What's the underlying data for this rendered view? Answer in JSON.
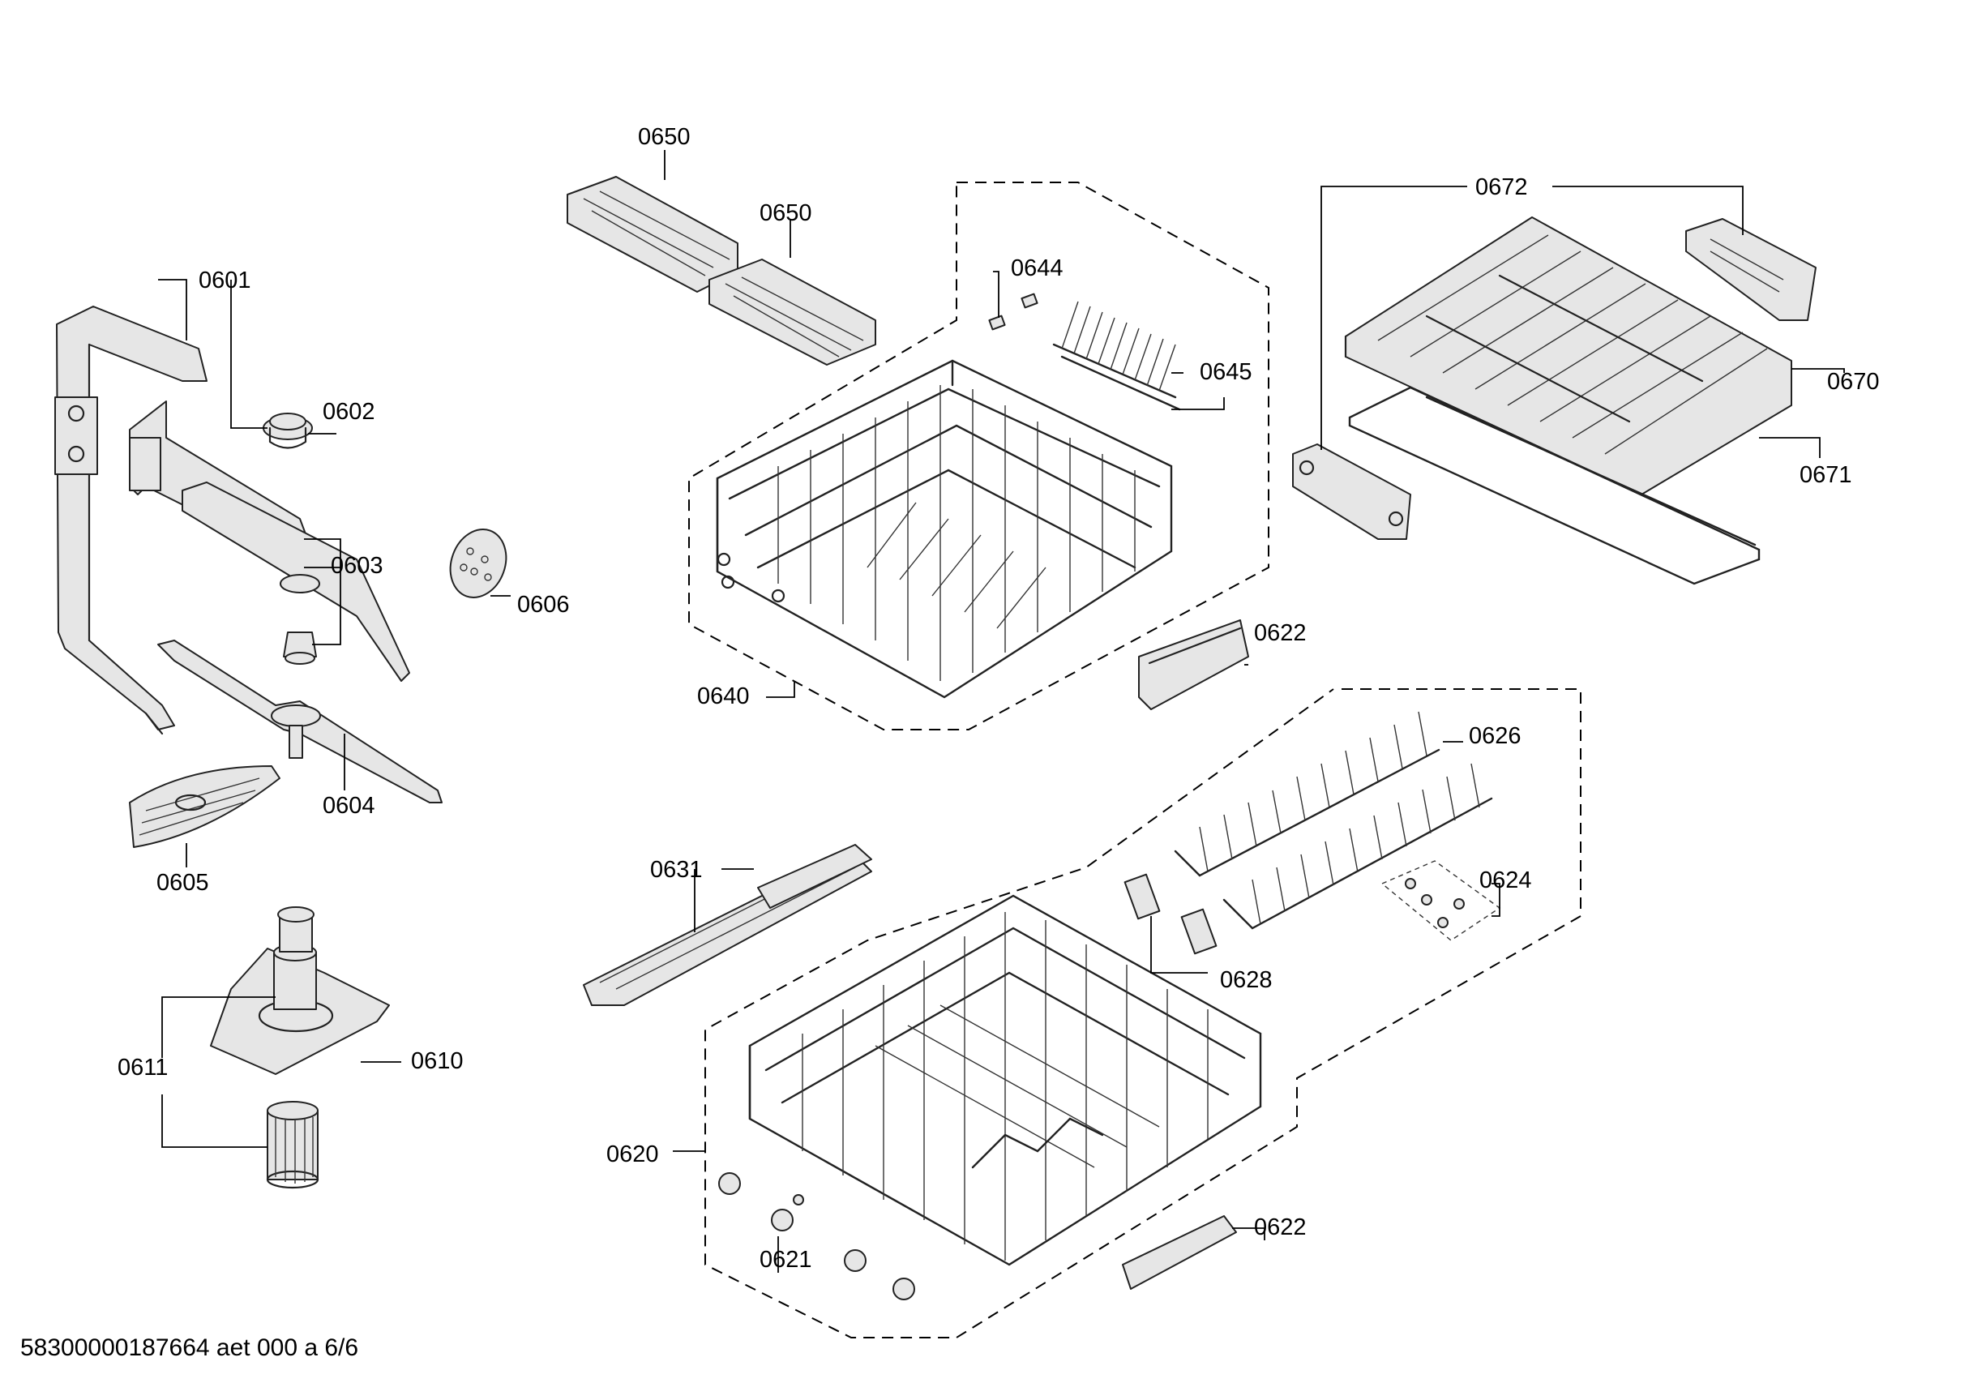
{
  "labels": {
    "p0650a": "0650",
    "p0650b": "0650",
    "p0601": "0601",
    "p0602": "0602",
    "p0603": "0603",
    "p0604": "0604",
    "p0605": "0605",
    "p0606": "0606",
    "p0610": "0610",
    "p0611": "0611",
    "p0620": "0620",
    "p0621": "0621",
    "p0622a": "0622",
    "p0622b": "0622",
    "p0624": "0624",
    "p0626": "0626",
    "p0628": "0628",
    "p0631": "0631",
    "p0640": "0640",
    "p0644": "0644",
    "p0645": "0645",
    "p0670": "0670",
    "p0671": "0671",
    "p0672": "0672"
  },
  "footer": "58300000187664 aet 000 a 6/6"
}
